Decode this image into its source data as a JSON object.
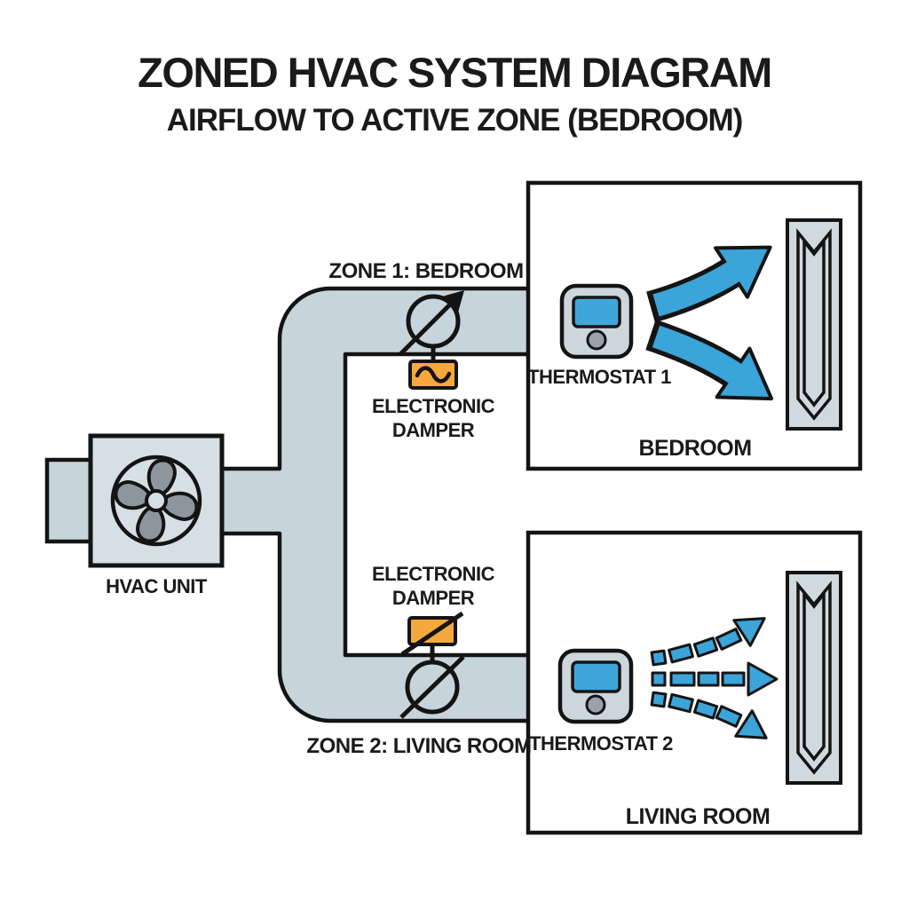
{
  "title": "ZONED HVAC SYSTEM DIAGRAM",
  "subtitle": "AIRFLOW TO ACTIVE ZONE (BEDROOM)",
  "hvac": {
    "label": "HVAC UNIT",
    "icon": "fan-icon"
  },
  "zone1": {
    "label": "ZONE 1: BEDROOM",
    "damper_line1": "ELECTRONIC",
    "damper_line2": "DAMPER",
    "damper_state": "open-arrow-symbol",
    "thermostat_label": "THERMOSTAT 1",
    "room_label": "BEDROOM",
    "airflow_icon": "strong-solid-airflow-arrows"
  },
  "zone2": {
    "label": "ZONE 2: LIVING ROOM",
    "damper_line1": "ELECTRONIC",
    "damper_line2": "DAMPER",
    "damper_state": "closed-slash-symbol",
    "thermostat_label": "THERMOSTAT 2",
    "room_label": "LIVING ROOM",
    "airflow_icon": "weak-dashed-airflow-arrows"
  },
  "colors": {
    "outline": "#141414",
    "text": "#1a1a1a",
    "duct": "#c7d4dc",
    "unit_fill": "#d6dfe4",
    "fan_blade": "#8c969c",
    "room_fill": "#ffffff",
    "vent_fill": "#d0dade",
    "thermostat_body": "#cdd7db",
    "thermostat_screen": "#3fa6d9",
    "thermostat_button": "#99a3a8",
    "arrow_blue": "#3ba4d9",
    "damper_orange": "#f5a83e"
  }
}
